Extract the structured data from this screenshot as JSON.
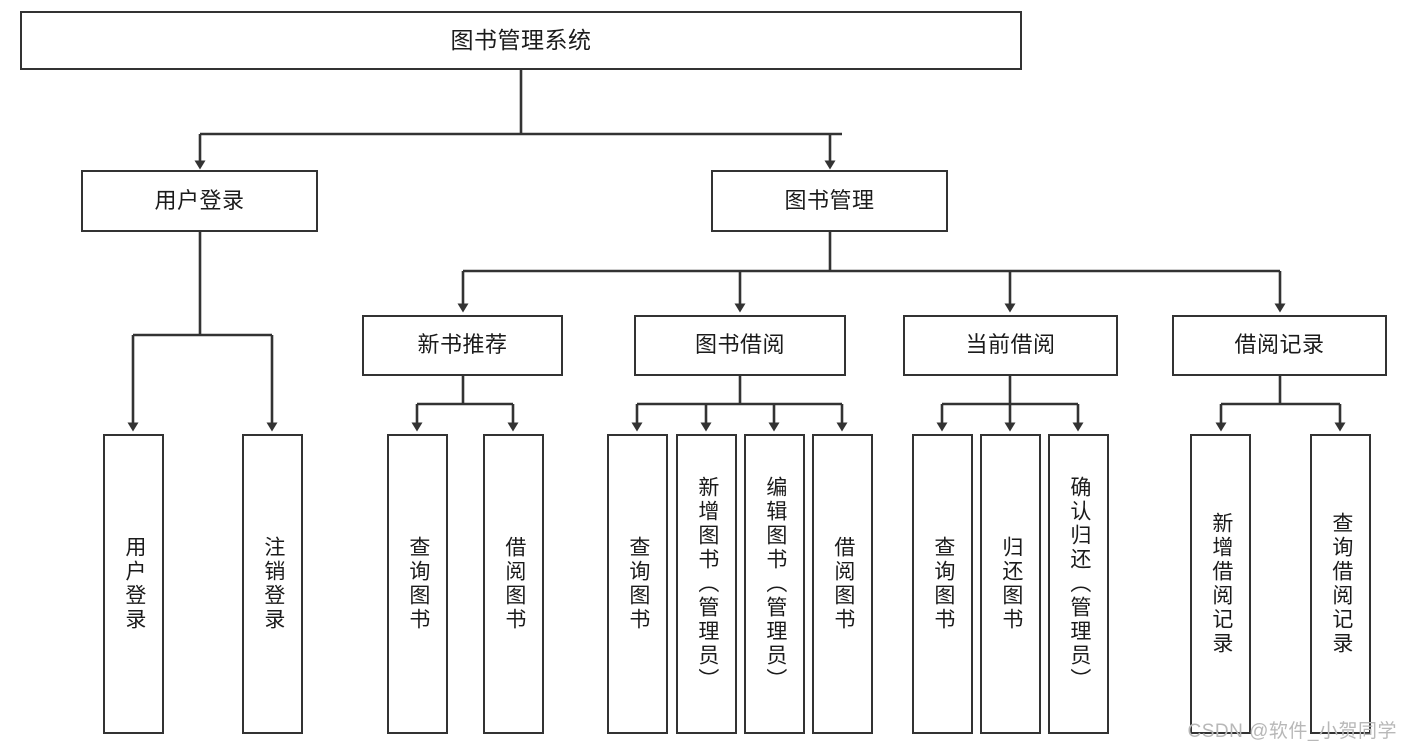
{
  "diagram": {
    "title": "图书管理系统",
    "type": "tree-hierarchy-chart",
    "watermark": "CSDN @软件_小贺同学",
    "colors": {
      "border": "#333333",
      "background": "#ffffff",
      "text": "#1b1b1b",
      "watermark": "#b8b8b8"
    },
    "nodes": {
      "root": {
        "label": "图书管理系统"
      },
      "level2": [
        {
          "id": "user-login",
          "label": "用户登录"
        },
        {
          "id": "book-manage",
          "label": "图书管理"
        }
      ],
      "level3": [
        {
          "id": "new-book-recommend",
          "label": "新书推荐"
        },
        {
          "id": "book-borrow",
          "label": "图书借阅"
        },
        {
          "id": "current-borrow",
          "label": "当前借阅"
        },
        {
          "id": "borrow-record",
          "label": "借阅记录"
        }
      ],
      "leaves": {
        "user-login": [
          {
            "id": "leaf-user-login",
            "label": "用户登录"
          },
          {
            "id": "leaf-user-logout",
            "label": "注销登录"
          }
        ],
        "new-book-recommend": [
          {
            "id": "leaf-query-book-1",
            "label": "查询图书"
          },
          {
            "id": "leaf-borrow-book-1",
            "label": "借阅图书"
          }
        ],
        "book-borrow": [
          {
            "id": "leaf-query-book-2",
            "label": "查询图书"
          },
          {
            "id": "leaf-add-book",
            "label": "新增图书（管理员）"
          },
          {
            "id": "leaf-edit-book",
            "label": "编辑图书（管理员）"
          },
          {
            "id": "leaf-borrow-book-2",
            "label": "借阅图书"
          }
        ],
        "current-borrow": [
          {
            "id": "leaf-query-book-3",
            "label": "查询图书"
          },
          {
            "id": "leaf-return-book",
            "label": "归还图书"
          },
          {
            "id": "leaf-confirm-return",
            "label": "确认归还（管理员）"
          }
        ],
        "borrow-record": [
          {
            "id": "leaf-add-record",
            "label": "新增借阅记录"
          },
          {
            "id": "leaf-query-record",
            "label": "查询借阅记录"
          }
        ]
      }
    }
  }
}
